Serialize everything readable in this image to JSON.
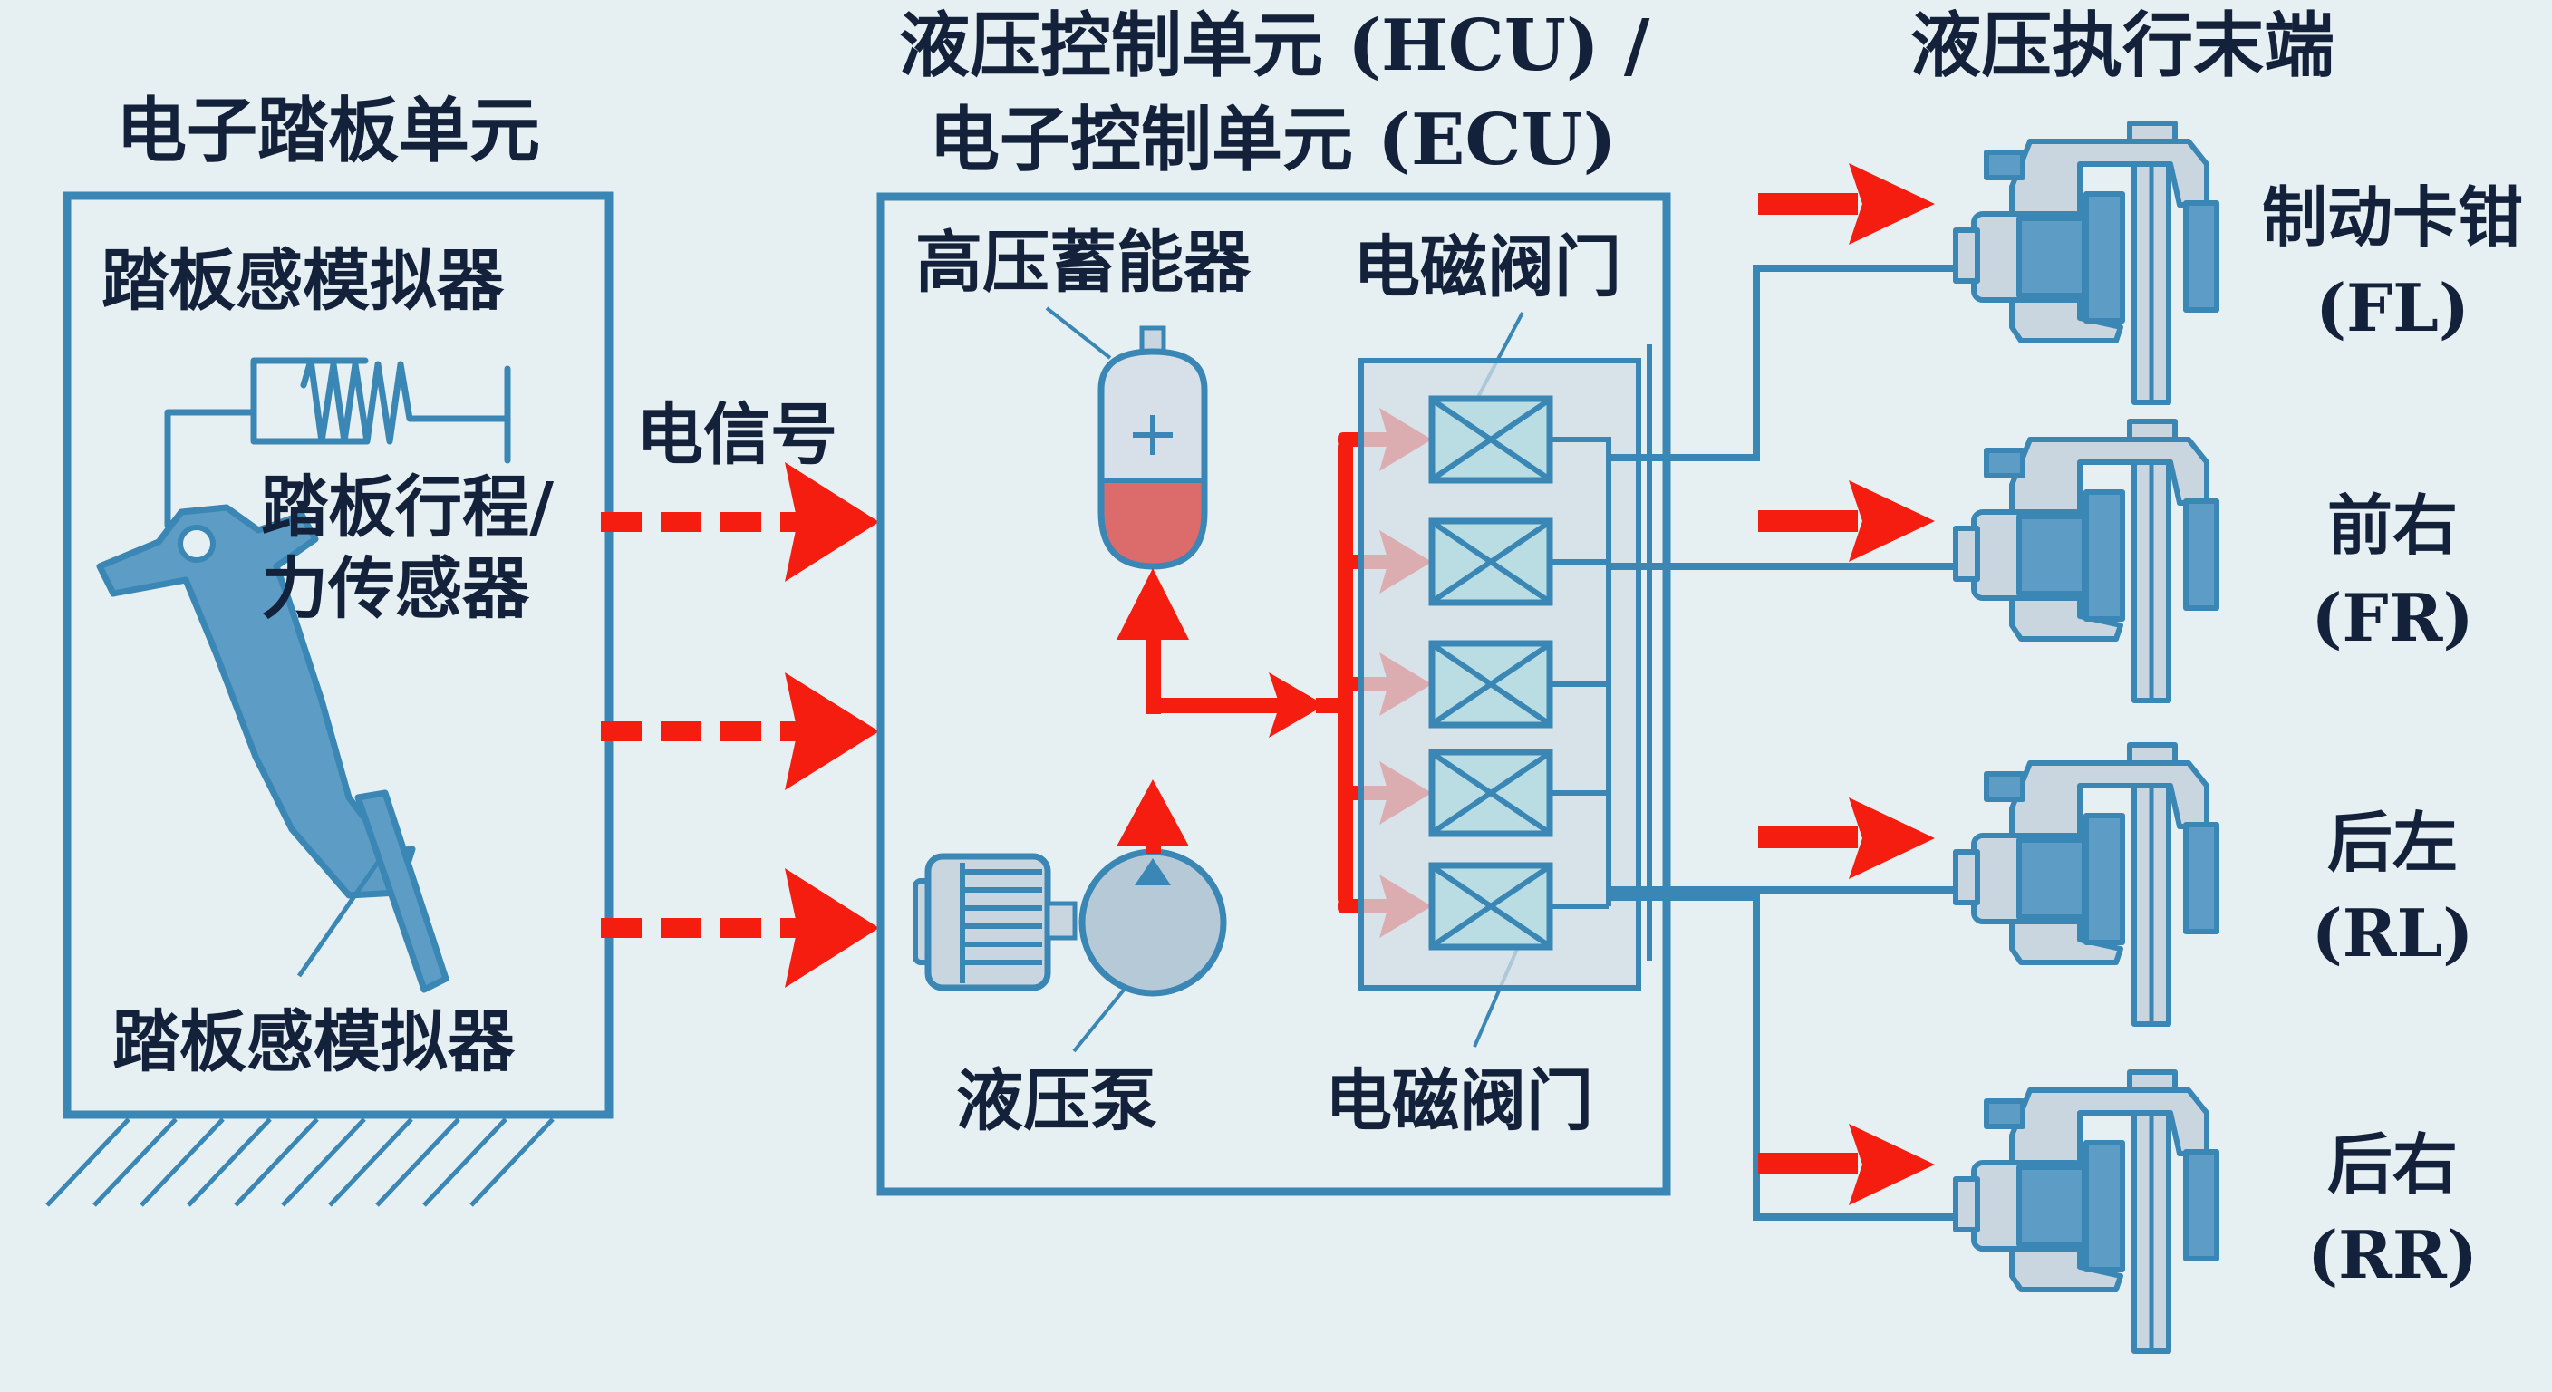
{
  "colors": {
    "background": "#e6f0f2",
    "outline_blue": "#3a86b4",
    "fill_light": "#c9d6e0",
    "fill_mid": "#5d9cc4",
    "valve_fill": "#b9dde3",
    "valve_block_fill": "#d3dde6",
    "signal_red": "#f51c10",
    "fluid_red": "#dc6c6c",
    "text": "#14213a"
  },
  "sections": {
    "pedal_unit": {
      "title": "电子踏板单元",
      "simulator_label_top": "踏板感模拟器",
      "sensor_label_line1": "踏板行程/",
      "sensor_label_line2": "力传感器",
      "simulator_label_bottom": "踏板感模拟器"
    },
    "signal": {
      "label": "电信号",
      "arrow_count": 3
    },
    "hcu": {
      "title_line1": "液压控制单元 (HCU) /",
      "title_line2": "电子控制单元 (ECU)",
      "accumulator_label": "高压蓄能器",
      "valve_label_top": "电磁阀门",
      "pump_label": "液压泵",
      "valve_label_bottom": "电磁阀门",
      "valve_count": 5
    },
    "actuators": {
      "title": "液压执行末端",
      "calipers": [
        {
          "name": "制动卡钳",
          "code": "(FL)"
        },
        {
          "name": "前右",
          "code": "(FR)"
        },
        {
          "name": "后左",
          "code": "(RL)"
        },
        {
          "name": "后右",
          "code": "(RR)"
        }
      ]
    }
  }
}
